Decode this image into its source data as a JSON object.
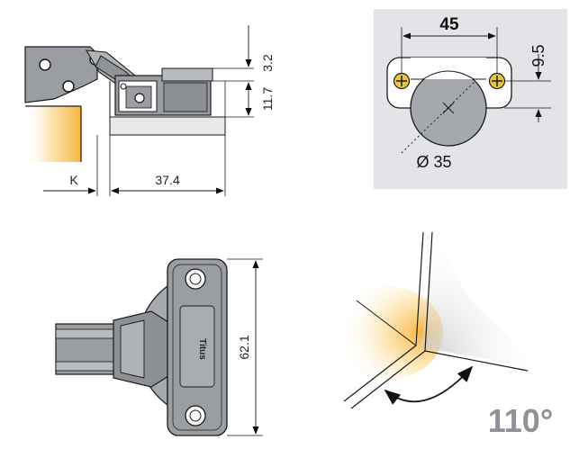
{
  "colors": {
    "metal": "#9a9da2",
    "metal_light": "#b9bcc0",
    "metal_dark": "#7d8085",
    "outline": "#1a1a1a",
    "panel_bg": "#e3e4e7",
    "glow": "#f6b43a",
    "angle_text": "#8e9196"
  },
  "side_view": {
    "dim_top": "3.2",
    "dim_height": "11.7",
    "dim_k": "K",
    "dim_depth": "37.4"
  },
  "mount_plate": {
    "dim_spacing": "45",
    "dim_offset": "9.5",
    "dim_diameter": "Ø 35"
  },
  "top_view": {
    "brand": "Titus",
    "dim_length": "62.1"
  },
  "opening": {
    "angle": "110°"
  }
}
